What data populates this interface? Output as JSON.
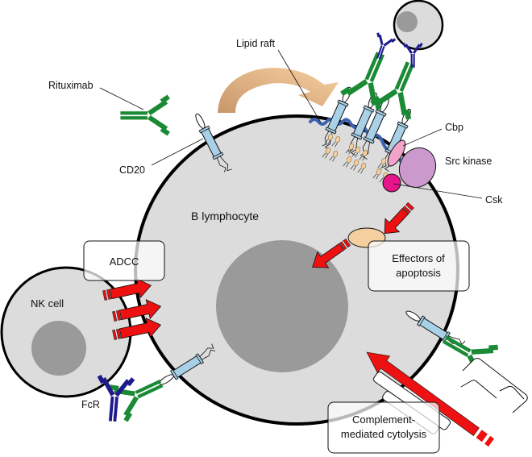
{
  "labels": {
    "rituximab": "Rituximab",
    "cd20": "CD20",
    "lipid_raft": "Lipid raft",
    "cbp": "Cbp",
    "src_kinase": "Src kinase",
    "csk": "Csk",
    "b_lymphocyte": "B lymphocyte",
    "nk_cell": "NK cell",
    "fcr": "FcR"
  },
  "boxes": {
    "adcc": "ADCC",
    "apoptosis_line1": "Effectors of",
    "apoptosis_line2": "apoptosis",
    "complement_line1": "Complement-",
    "complement_line2": "mediated cytolysis"
  },
  "colors": {
    "antibody_green": "#1a8a35",
    "fc_receptor_navy": "#1f1a8c",
    "cd20_blue": "#a8d0e6",
    "raft_blue": "#3a62b0",
    "cell_gray": "#dcdcdc",
    "nucleus_gray": "#9a9a9a",
    "arrow_red": "#ee1111",
    "translocation_arrow": "#e5b27a",
    "cbp_pink": "#f2a3c8",
    "src_purple": "#cc99cc",
    "csk_magenta": "#e8158a",
    "effector_peach": "#f5cfa0"
  }
}
